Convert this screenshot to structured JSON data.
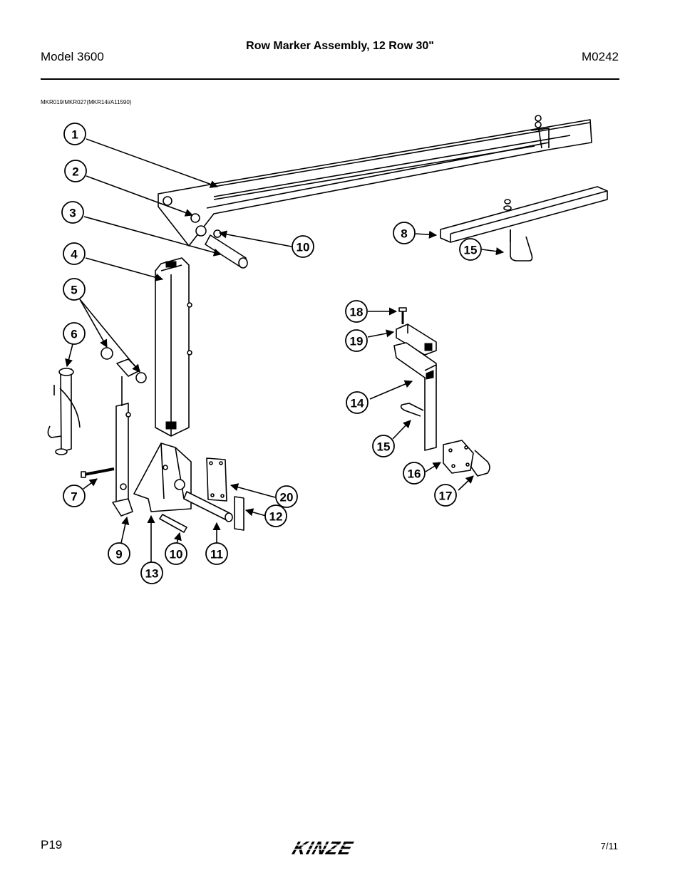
{
  "header": {
    "model": "Model 3600",
    "title": "Row Marker Assembly, 12 Row 30\"",
    "code": "M0242"
  },
  "reference": "MKR019/MKR027(MKR14i/A11590)",
  "callouts": [
    "1",
    "2",
    "3",
    "4",
    "5",
    "6",
    "7",
    "8",
    "9",
    "10",
    "11",
    "12",
    "13",
    "14",
    "15",
    "16",
    "17",
    "18",
    "19",
    "20"
  ],
  "footer": {
    "page": "P19",
    "logo_text": "KINZE",
    "date": "7/11"
  }
}
